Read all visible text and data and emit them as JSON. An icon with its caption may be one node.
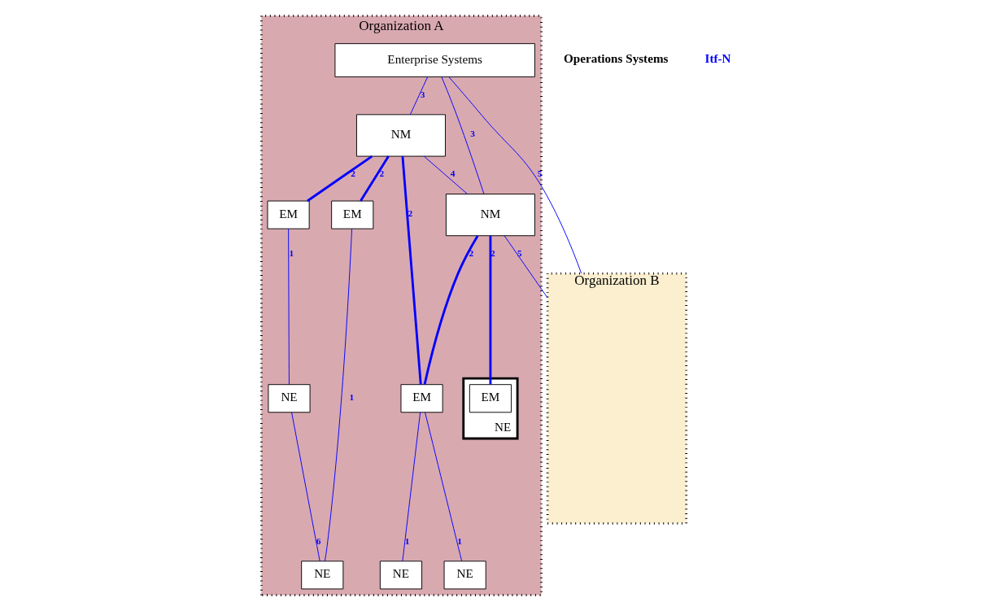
{
  "diagram": {
    "nodes": [
      {
        "text": [
          "Organization A"
        ]
      },
      {
        "text": [
          "Enterprise Systems"
        ],
        "in": 0
      },
      {
        "text": [
          "NM"
        ],
        "in": 0
      },
      {
        "text": [
          "NM"
        ],
        "in": 0
      },
      {
        "text": [
          "EM"
        ],
        "in": 0
      },
      {
        "text": [
          "EM"
        ],
        "in": 0
      },
      {
        "text": [
          "EM"
        ],
        "in": 0
      },
      {
        "text": [
          "NE"
        ],
        "in": 0
      },
      {
        "text": [
          "NE"
        ],
        "in": 0
      },
      {
        "text": [
          "NE"
        ],
        "in": 0
      },
      {
        "text": [
          "NE"
        ],
        "in": 0
      },
      {
        "text": [
          "NE"
        ],
        "in": 0
      },
      {
        "text": [
          "EM"
        ],
        "in": 11
      },
      {
        "text": [
          "Organization B"
        ]
      }
    ],
    "edges": [
      {
        "from": 1,
        "to": 13,
        "arrow": "none",
        "label": "5"
      },
      {
        "from": 1,
        "to": 2,
        "arrow": "none",
        "label": "3"
      },
      {
        "from": 1,
        "to": 3,
        "arrow": "none",
        "label": "3"
      },
      {
        "from": 2,
        "to": 3,
        "arrow": "none",
        "label": "4"
      },
      {
        "from": 3,
        "to": 13,
        "arrow": "none",
        "label": "5"
      },
      {
        "from": 2,
        "to": 4,
        "arrow": "none",
        "label": "2",
        "style": "thick"
      },
      {
        "from": 2,
        "to": 5,
        "arrow": "none",
        "label": "2",
        "style": "thick"
      },
      {
        "from": 2,
        "to": 6,
        "arrow": "none",
        "label": "2",
        "style": "thick"
      },
      {
        "from": 3,
        "to": 6,
        "arrow": "none",
        "label": "2",
        "style": "thick"
      },
      {
        "from": 3,
        "to": 12,
        "arrow": "none",
        "label": "2",
        "style": "thick"
      },
      {
        "from": 4,
        "to": 7,
        "arrow": "none",
        "label": "1"
      },
      {
        "from": 5,
        "to": 8,
        "arrow": "none",
        "label": "1"
      },
      {
        "from": 6,
        "to": 9,
        "arrow": "none",
        "label": "1"
      },
      {
        "from": 6,
        "to": 10,
        "arrow": "none",
        "label": "1"
      },
      {
        "from": 7,
        "to": 8,
        "arrow": "none",
        "label": "6"
      }
    ],
    "labels": [
      "Operations Systems",
      "Itf-N"
    ]
  }
}
